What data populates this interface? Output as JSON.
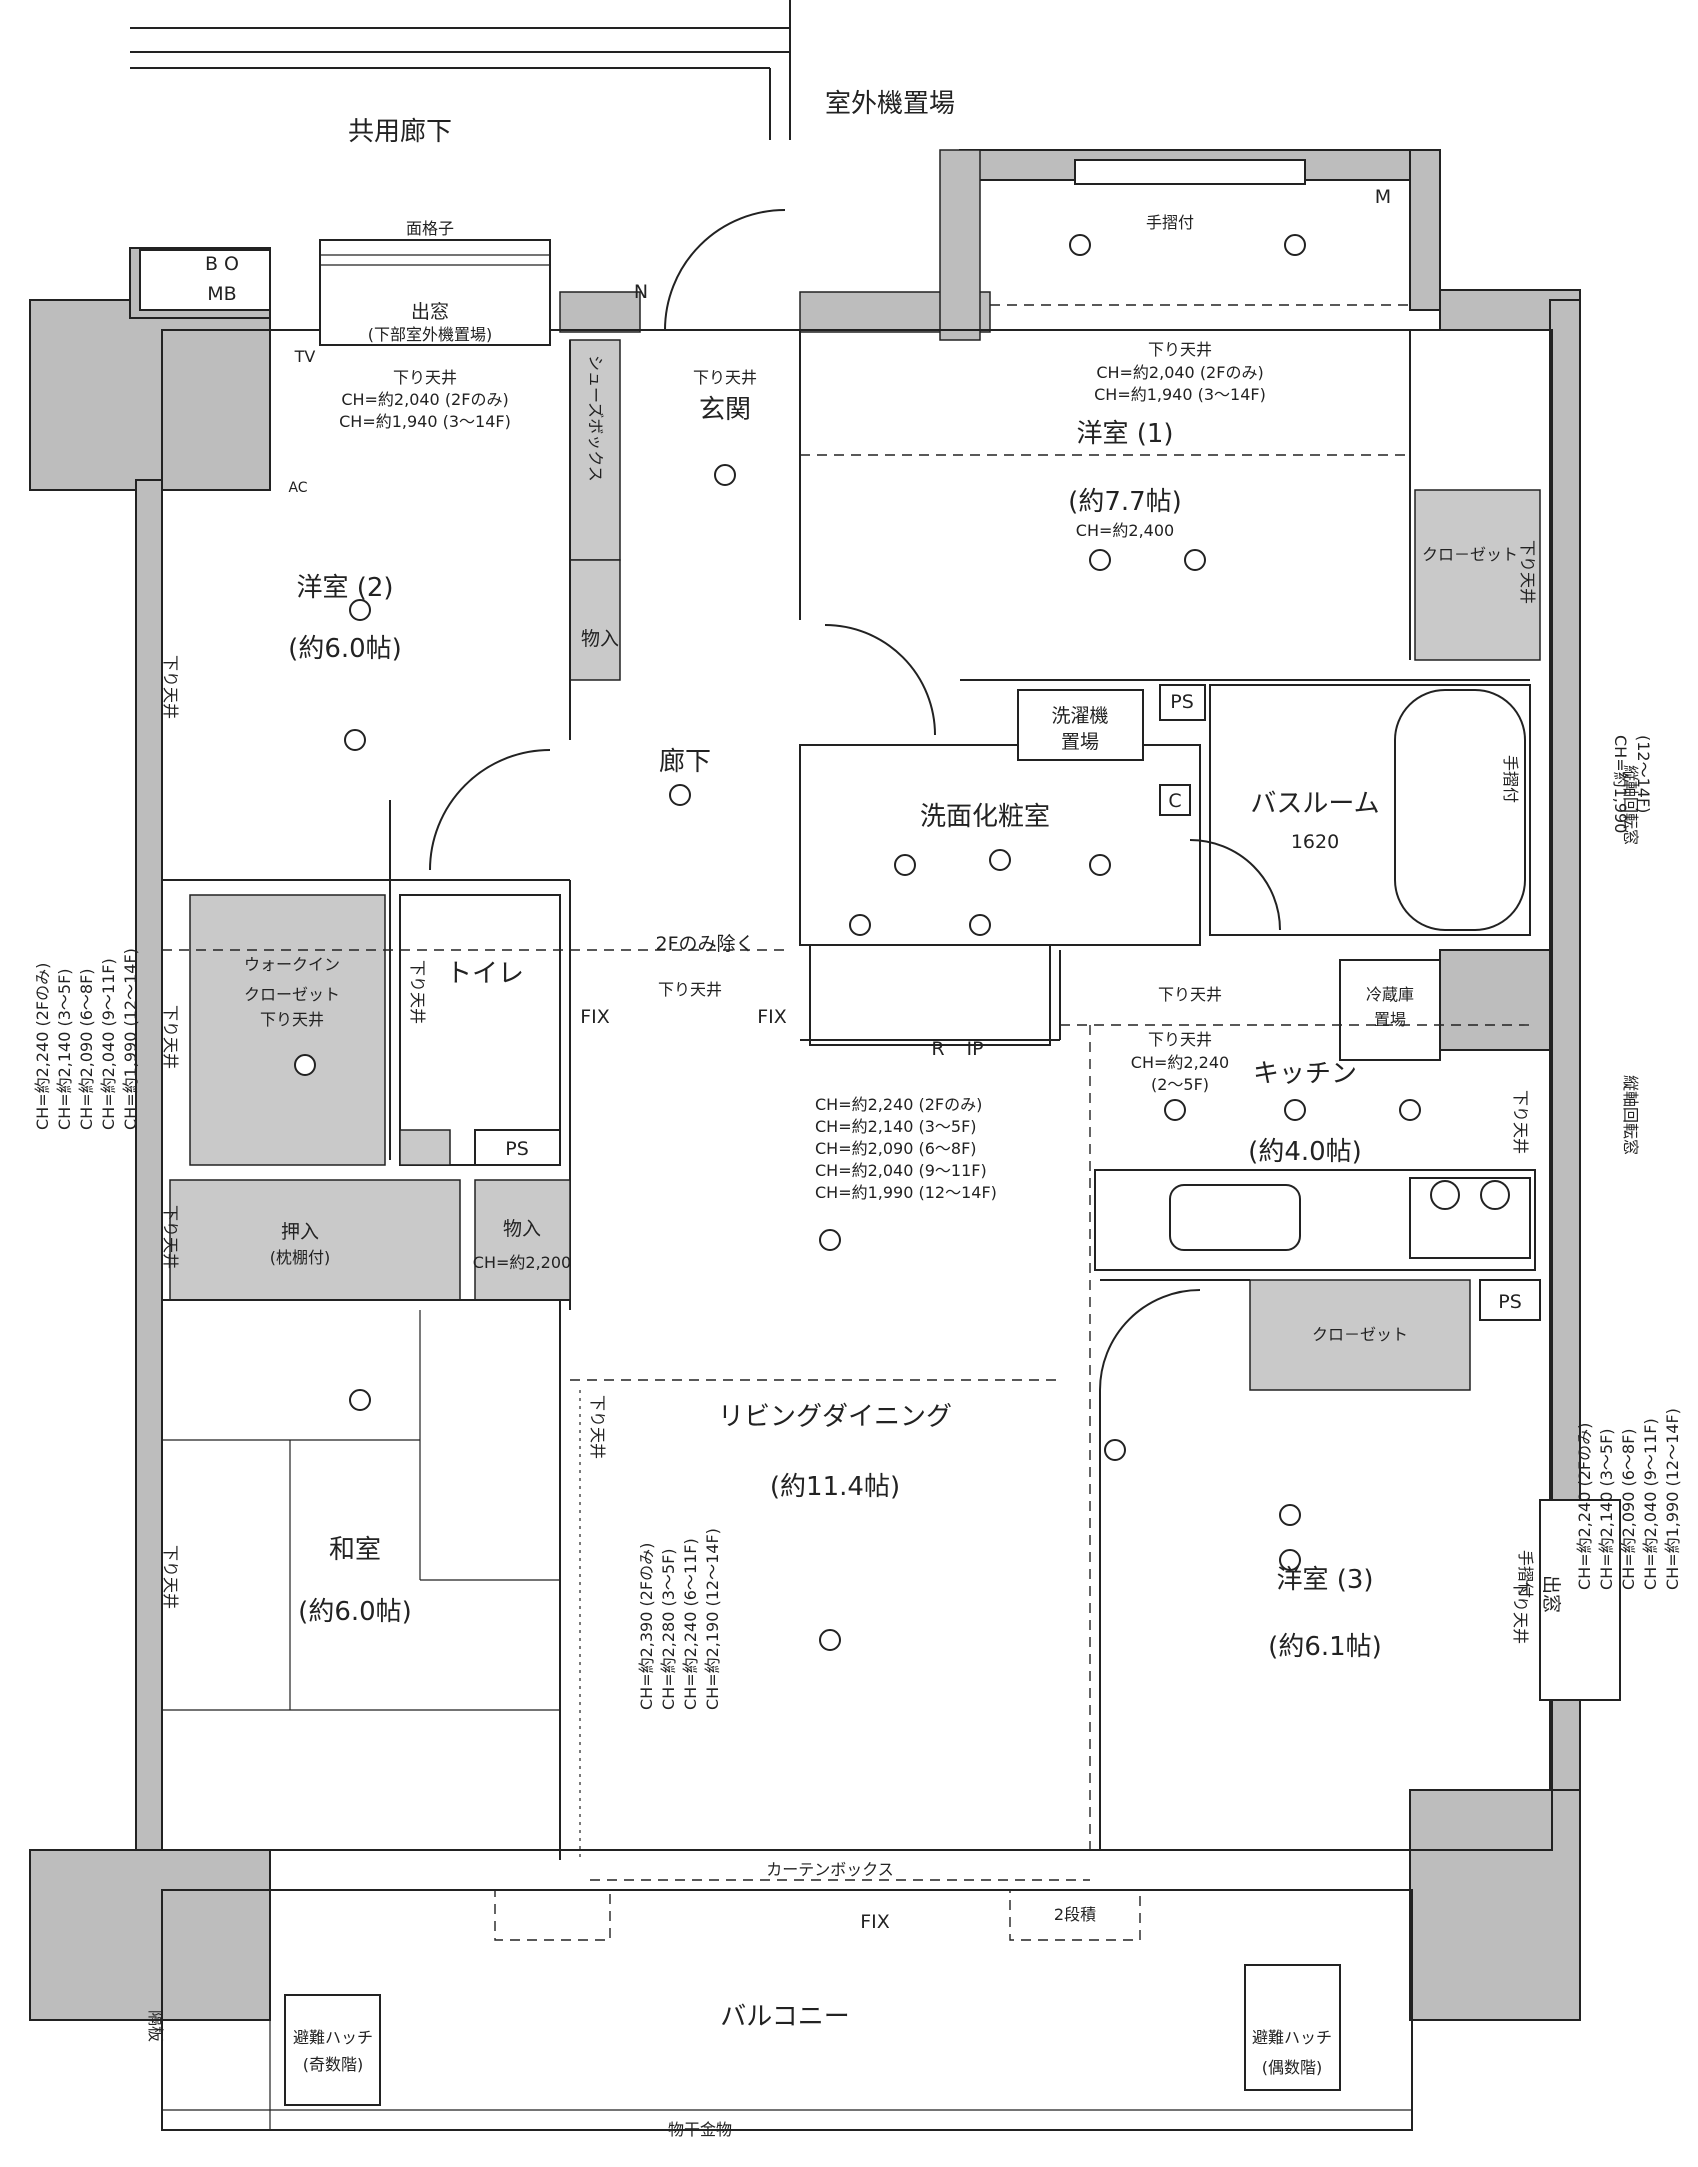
{
  "rooms": {
    "common_corridor": "共用廊下",
    "outdoor_unit_area": "室外機置場",
    "lattice": "面格子",
    "bay_window": "出窓",
    "bay_window_note": "(下部室外機置場)",
    "bo": "B O",
    "mb": "MB",
    "entrance": "玄関",
    "shoe_box": "シューズボックス",
    "storage": "物入",
    "hallway": "廊下",
    "western1": "洋室 (1)",
    "western1_size": "(約7.7帖)",
    "western1_ch": "CH=約2,400",
    "western2": "洋室 (2)",
    "western2_size": "(約6.0帖)",
    "western3": "洋室 (3)",
    "western3_size": "(約6.1帖)",
    "closet": "クロ－ゼット",
    "walkin_closet": "ウォークイン",
    "walkin_closet2": "クローゼット",
    "lowered_ceiling": "下り天井",
    "toilet": "トイレ",
    "ps": "PS",
    "washroom": "洗面化粧室",
    "washer_area1": "洗濯機",
    "washer_area2": "置場",
    "bathroom": "バスルーム",
    "bathroom_size": "1620",
    "kitchen": "キッチン",
    "kitchen_size": "(約4.0帖)",
    "fridge1": "冷蔵庫",
    "fridge2": "置場",
    "living_dining": "リビングダイニング",
    "living_dining_size": "(約11.4帖)",
    "japanese_room": "和室",
    "japanese_room_size": "(約6.0帖)",
    "oshiire": "押入",
    "oshiire_note": "(枕棚付)",
    "storage_ch": "CH=約2,200",
    "balcony": "バルコニー",
    "curtain_box": "カーテンボックス",
    "fix": "FIX",
    "two_step": "2段積",
    "laundry_bar": "物干金物",
    "partition": "隔板",
    "evac_hatch_odd1": "避難ハッチ",
    "evac_hatch_odd2": "(奇数階)",
    "evac_hatch_even1": "避難ハッチ",
    "evac_hatch_even2": "(偶数階)",
    "handrail": "手摺付",
    "except_2f": "2Fのみ除く",
    "vertical_sliding": "縦軸回転窓",
    "c": "C",
    "r": "R",
    "ip": "IP",
    "m": "M",
    "n": "N",
    "tv": "TV",
    "ac": "AC"
  },
  "ceiling_notes": {
    "top_left": [
      "下り天井",
      "CH=約2,040 (2Fのみ)",
      "CH=約1,940 (3～14F)"
    ],
    "top_right": [
      "下り天井",
      "CH=約2,040 (2Fのみ)",
      "CH=約1,940 (3～14F)"
    ],
    "right_vertical": [
      "CH=約1,990",
      "(12～14F)"
    ],
    "left_vertical": [
      "CH=約2,240 (2Fのみ)",
      "CH=約2,140 (3～5F)",
      "CH=約2,090 (6～8F)",
      "CH=約2,040 (9～11F)",
      "CH=約1,990 (12～14F)"
    ],
    "center": [
      "CH=約2,240 (2Fのみ)",
      "CH=約2,140 (3～5F)",
      "CH=約2,090 (6～8F)",
      "CH=約2,040 (9～11F)",
      "CH=約1,990 (12～14F)"
    ],
    "kitchen": [
      "下り天井",
      "CH=約2,240",
      "(2～5F)"
    ],
    "right_lower": [
      "CH=約2,240 (2Fのみ)",
      "CH=約2,140 (3～5F)",
      "CH=約2,090 (6～8F)",
      "CH=約2,040 (9～11F)",
      "CH=約1,990 (12～14F)"
    ],
    "living_vertical": [
      "CH=約2,390 (2Fのみ)",
      "CH=約2,280 (3～5F)",
      "CH=約2,240 (6～11F)",
      "CH=約2,190 (12～14F)"
    ]
  }
}
